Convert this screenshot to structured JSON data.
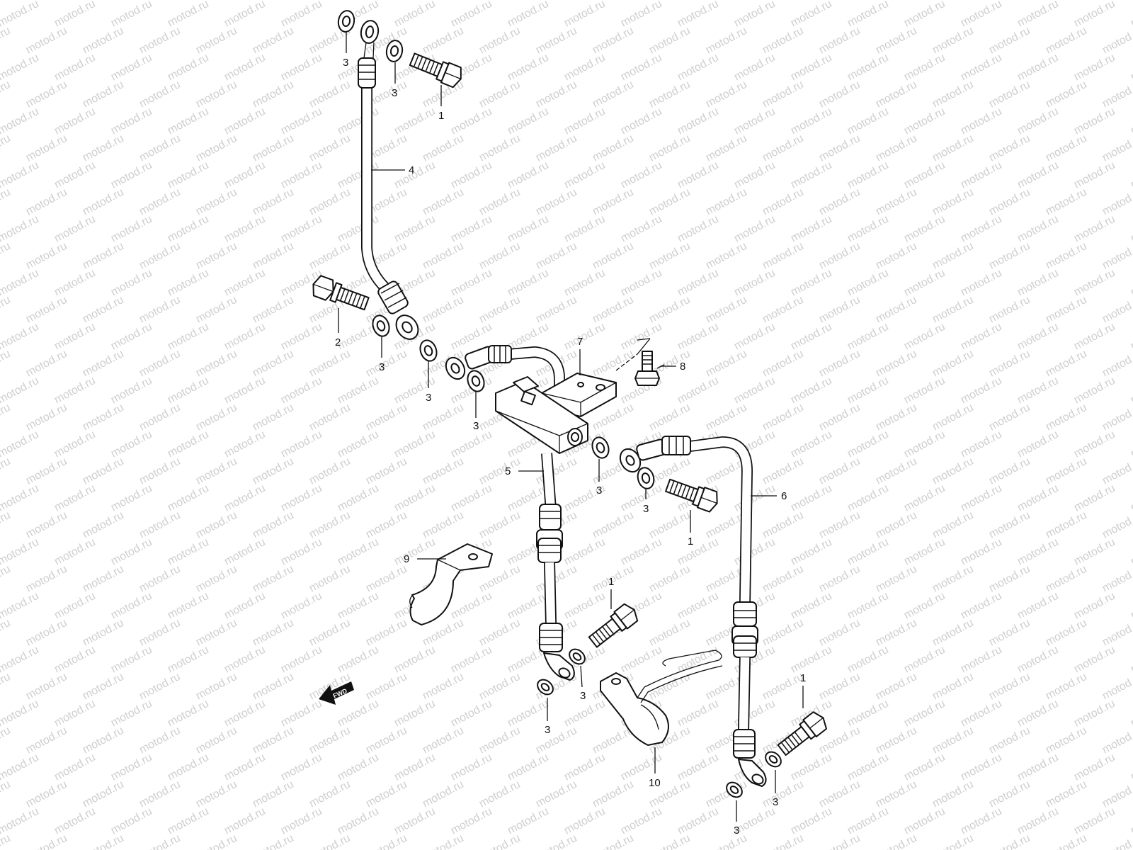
{
  "watermark": {
    "text": "motod.ru",
    "color": "#cfcfcf"
  },
  "labels": {
    "p1": "1",
    "p2": "2",
    "p3": "3",
    "p4": "4",
    "p5": "5",
    "p6": "6",
    "p7": "7",
    "p8": "8",
    "p9": "9",
    "p10": "10"
  },
  "fwd_arrow": {
    "text": "FWD",
    "icon": "fwd-arrow-icon"
  },
  "colors": {
    "line": "#111111",
    "background": "#ffffff"
  }
}
